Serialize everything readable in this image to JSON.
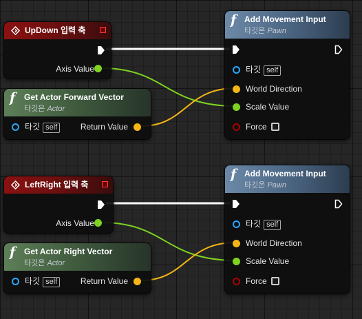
{
  "graph": {
    "event_nodes": [
      {
        "title": "UpDown 입력 축",
        "axis_label": "Axis Value"
      },
      {
        "title": "LeftRight 입력 축",
        "axis_label": "Axis Value"
      }
    ],
    "vector_nodes": [
      {
        "title": "Get Actor Forward Vector",
        "subtitle_prefix": "타깃은",
        "subtitle_class": "Actor",
        "target_label": "타깃",
        "self_label": "self",
        "return_label": "Return Value"
      },
      {
        "title": "Get Actor Right Vector",
        "subtitle_prefix": "타깃은",
        "subtitle_class": "Actor",
        "target_label": "타깃",
        "self_label": "self",
        "return_label": "Return Value"
      }
    ],
    "movement_nodes": [
      {
        "title": "Add Movement Input",
        "subtitle_prefix": "타깃은",
        "subtitle_class": "Pawn",
        "target_label": "타깃",
        "self_label": "self",
        "world_direction_label": "World Direction",
        "scale_value_label": "Scale Value",
        "force_label": "Force"
      },
      {
        "title": "Add Movement Input",
        "subtitle_prefix": "타깃은",
        "subtitle_class": "Pawn",
        "target_label": "타깃",
        "self_label": "self",
        "world_direction_label": "World Direction",
        "scale_value_label": "Scale Value",
        "force_label": "Force"
      }
    ]
  },
  "colors": {
    "exec_wire": "#ffffff",
    "float_wire": "#7ed321",
    "vector_wire": "#f4b516",
    "object_pin": "#2aa7ff",
    "bool_pin": "#aa0000"
  },
  "icons": {
    "event": "event-diamond-icon",
    "function": "function-f-icon",
    "delegate": "delegate-square-icon"
  }
}
